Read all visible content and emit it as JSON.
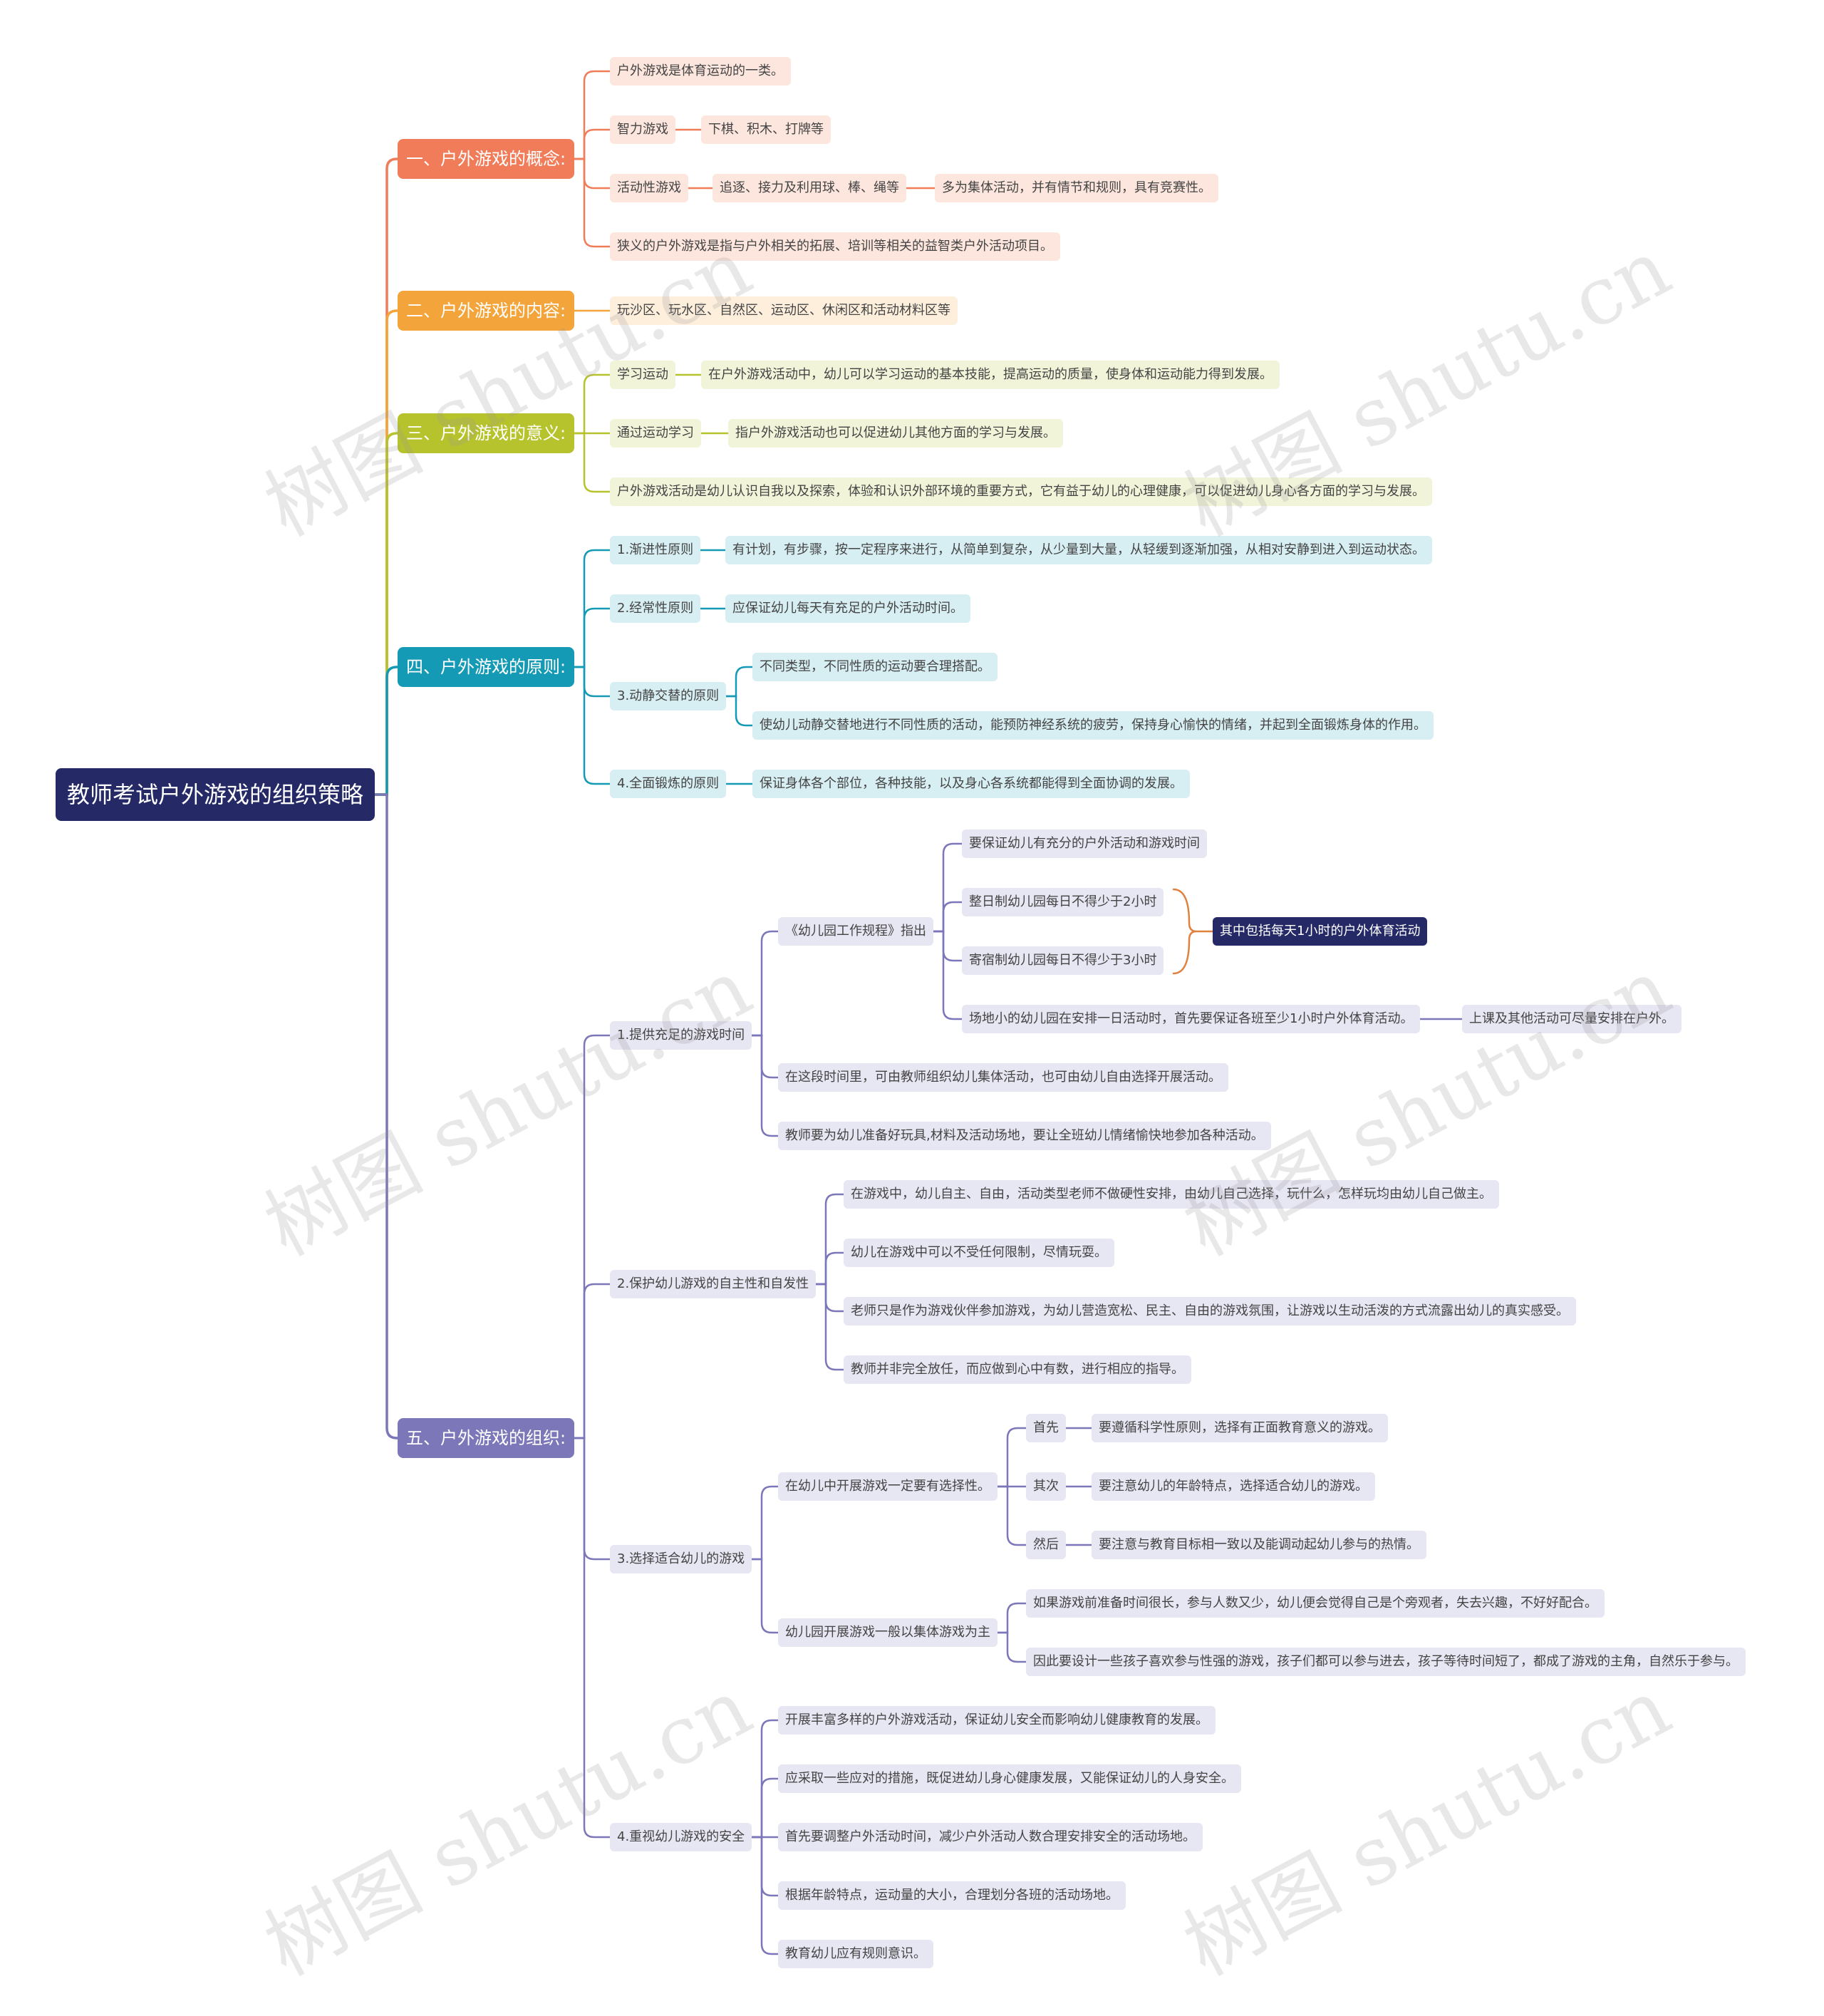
{
  "watermark": "树图 shutu.cn",
  "colors": {
    "root": "#252a67",
    "b1": "#f07c59",
    "b1_fill": "#fde6dd",
    "b2": "#f3a53b",
    "b2_fill": "#fdefdc",
    "b3": "#b6c32c",
    "b3_fill": "#f1f4d9",
    "b4": "#159ab5",
    "b4_fill": "#d7eef3",
    "b5": "#7b77b8",
    "b5_fill": "#e7e6f3",
    "highlight": "#252a67"
  },
  "root": "教师考试户外游戏的组织策略",
  "b1": {
    "title": "一、户外游戏的概念:",
    "n1": "户外游戏是体育运动的一类。",
    "n2": "智力游戏",
    "n2a": "下棋、积木、打牌等",
    "n3": "活动性游戏",
    "n3a": "追逐、接力及利用球、棒、绳等",
    "n3b": "多为集体活动，并有情节和规则，具有竞赛性。",
    "n4": "狭义的户外游戏是指与户外相关的拓展、培训等相关的益智类户外活动项目。"
  },
  "b2": {
    "title": "二、户外游戏的内容:",
    "n1": "玩沙区、玩水区、自然区、运动区、休闲区和活动材料区等"
  },
  "b3": {
    "title": "三、户外游戏的意义:",
    "n1": "学习运动",
    "n1a": "在户外游戏活动中，幼儿可以学习运动的基本技能，提高运动的质量，使身体和运动能力得到发展。",
    "n2": "通过运动学习",
    "n2a": "指户外游戏活动也可以促进幼儿其他方面的学习与发展。",
    "n3": "户外游戏活动是幼儿认识自我以及探索，体验和认识外部环境的重要方式，它有益于幼儿的心理健康，可以促进幼儿身心各方面的学习与发展。"
  },
  "b4": {
    "title": "四、户外游戏的原则:",
    "n1": "1.渐进性原则",
    "n1a": "有计划，有步骤，按一定程序来进行，从简单到复杂，从少量到大量，从轻缓到逐渐加强，从相对安静到进入到运动状态。",
    "n2": "2.经常性原则",
    "n2a": "应保证幼儿每天有充足的户外活动时间。",
    "n3": "3.动静交替的原则",
    "n3a": "不同类型，不同性质的运动要合理搭配。",
    "n3b": "使幼儿动静交替地进行不同性质的活动，能预防神经系统的疲劳，保持身心愉快的情绪，并起到全面锻炼身体的作用。",
    "n4": "4.全面锻炼的原则",
    "n4a": "保证身体各个部位，各种技能，以及身心各系统都能得到全面协调的发展。"
  },
  "b5": {
    "title": "五、户外游戏的组织:",
    "s1": "1.提供充足的游戏时间",
    "s1a": "《幼儿园工作规程》指出",
    "s1a1": "要保证幼儿有充分的户外活动和游戏时间",
    "s1a2": "整日制幼儿园每日不得少于2小时",
    "s1a3": "寄宿制幼儿园每日不得少于3小时",
    "s1a4": "场地小的幼儿园在安排一日活动时，首先要保证各班至少1小时户外体育活动。",
    "s1a4x": "上课及其他活动可尽量安排在户外。",
    "s1hl": "其中包括每天1小时的户外体育活动",
    "s1b": "在这段时间里，可由教师组织幼儿集体活动，也可由幼儿自由选择开展活动。",
    "s1c": "教师要为幼儿准备好玩具,材料及活动场地，要让全班幼儿情绪愉快地参加各种活动。",
    "s2": "2.保护幼儿游戏的自主性和自发性",
    "s2a": "在游戏中，幼儿自主、自由，活动类型老师不做硬性安排，由幼儿自己选择，玩什么，怎样玩均由幼儿自己做主。",
    "s2b": "幼儿在游戏中可以不受任何限制，尽情玩耍。",
    "s2c": "老师只是作为游戏伙伴参加游戏，为幼儿营造宽松、民主、自由的游戏氛围，让游戏以生动活泼的方式流露出幼儿的真实感受。",
    "s2d": "教师并非完全放任，而应做到心中有数，进行相应的指导。",
    "s3": "3.选择适合幼儿的游戏",
    "s3a": "在幼儿中开展游戏一定要有选择性。",
    "s3a1": "首先",
    "s3a1x": "要遵循科学性原则，选择有正面教育意义的游戏。",
    "s3a2": "其次",
    "s3a2x": "要注意幼儿的年龄特点，选择适合幼儿的游戏。",
    "s3a3": "然后",
    "s3a3x": "要注意与教育目标相一致以及能调动起幼儿参与的热情。",
    "s3b": "幼儿园开展游戏一般以集体游戏为主",
    "s3b1": "如果游戏前准备时间很长，参与人数又少，幼儿便会觉得自己是个旁观者，失去兴趣，不好好配合。",
    "s3b2": "因此要设计一些孩子喜欢参与性强的游戏，孩子们都可以参与进去，孩子等待时间短了，都成了游戏的主角，自然乐于参与。",
    "s4": "4.重视幼儿游戏的安全",
    "s4a": "开展丰富多样的户外游戏活动，保证幼儿安全而影响幼儿健康教育的发展。",
    "s4b": "应采取一些应对的措施，既促进幼儿身心健康发展，又能保证幼儿的人身安全。",
    "s4c": "首先要调整户外活动时间，减少户外活动人数合理安排安全的活动场地。",
    "s4d": "根据年龄特点，运动量的大小，合理划分各班的活动场地。",
    "s4e": "教育幼儿应有规则意识。"
  }
}
